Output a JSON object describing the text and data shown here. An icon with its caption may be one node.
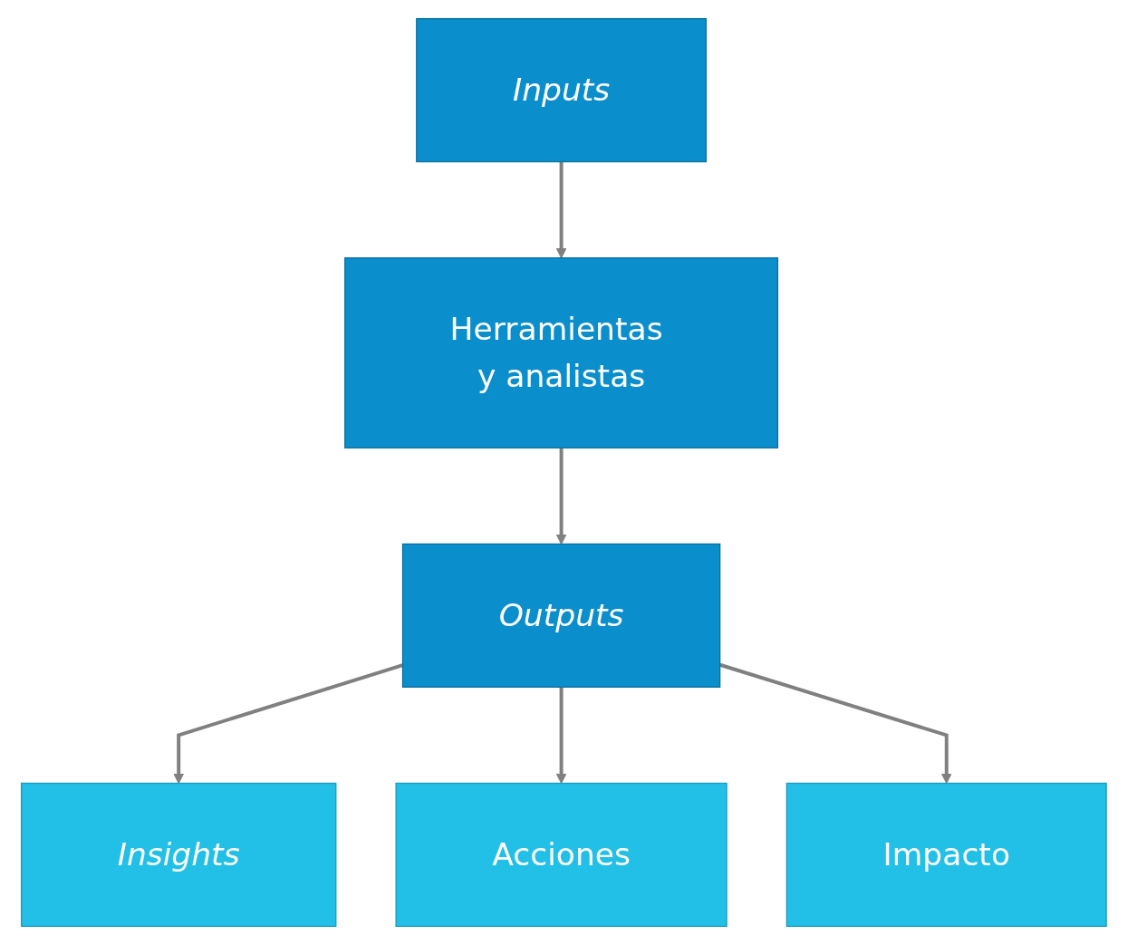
{
  "diagram": {
    "nodes": [
      {
        "text": [
          "Inputs"
        ]
      },
      {
        "text": [
          "Herramientas y analistas"
        ]
      },
      {
        "text": [
          "Outputs"
        ]
      },
      {
        "text": [
          "Insights"
        ]
      },
      {
        "text": [
          "Acciones"
        ]
      },
      {
        "text": [
          "Impacto"
        ]
      }
    ],
    "edges": [
      {
        "from": 0,
        "to": 1,
        "arrow": "to"
      },
      {
        "from": 1,
        "to": 2,
        "arrow": "to"
      },
      {
        "from": 2,
        "to": 3,
        "arrow": "to"
      },
      {
        "from": 2,
        "to": 4,
        "arrow": "to"
      },
      {
        "from": 2,
        "to": 5,
        "arrow": "to"
      }
    ]
  }
}
